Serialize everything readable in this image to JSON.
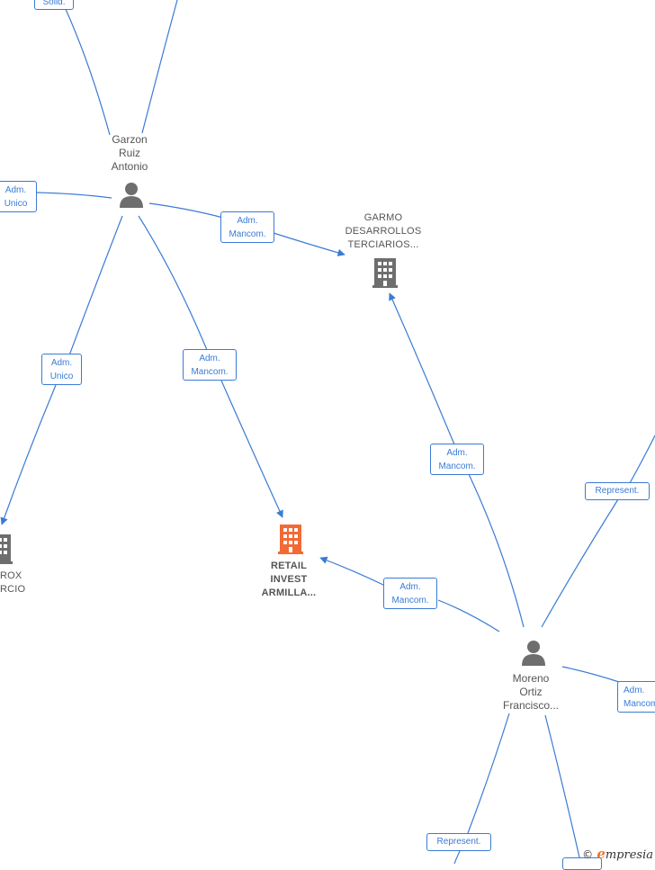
{
  "colors": {
    "edge": "#3a7bd5",
    "person_icon": "#6e6e6e",
    "company_icon": "#6e6e6e",
    "active_company_icon": "#f26a35"
  },
  "nodes": {
    "garzon": {
      "lines": [
        "Garzon",
        "Ruiz",
        "Antonio"
      ],
      "icon": "person-icon"
    },
    "garmo": {
      "lines": [
        "GARMO",
        "DESARROLLOS",
        "TERCIARIOS..."
      ],
      "icon": "building-icon"
    },
    "retail": {
      "lines": [
        "RETAIL",
        "INVEST",
        "ARMILLA..."
      ],
      "icon": "building-icon"
    },
    "moreno": {
      "lines": [
        "Moreno",
        "Ortiz",
        "Francisco..."
      ],
      "icon": "person-icon"
    },
    "left_company": {
      "lines": [
        "ROX",
        "RCIO"
      ],
      "icon": "building-icon"
    }
  },
  "edges": {
    "top_solid": [
      "Solid."
    ],
    "adm_unico_left": [
      "Adm.",
      "Unico"
    ],
    "garzon_garmo": [
      "Adm.",
      "Mancom."
    ],
    "garzon_left_company": [
      "Adm.",
      "Unico"
    ],
    "garzon_retail": [
      "Adm.",
      "Mancom."
    ],
    "moreno_garmo": [
      "Adm.",
      "Mancom."
    ],
    "moreno_retail": [
      "Adm.",
      "Mancom."
    ],
    "moreno_represent_right": [
      "Represent."
    ],
    "moreno_mancom_right": [
      "Adm.",
      "Mancom"
    ],
    "moreno_represent_bottom": [
      "Represent."
    ]
  },
  "watermark": {
    "copyright": "©",
    "brand_initial": "e",
    "brand_rest": "mpresia"
  }
}
